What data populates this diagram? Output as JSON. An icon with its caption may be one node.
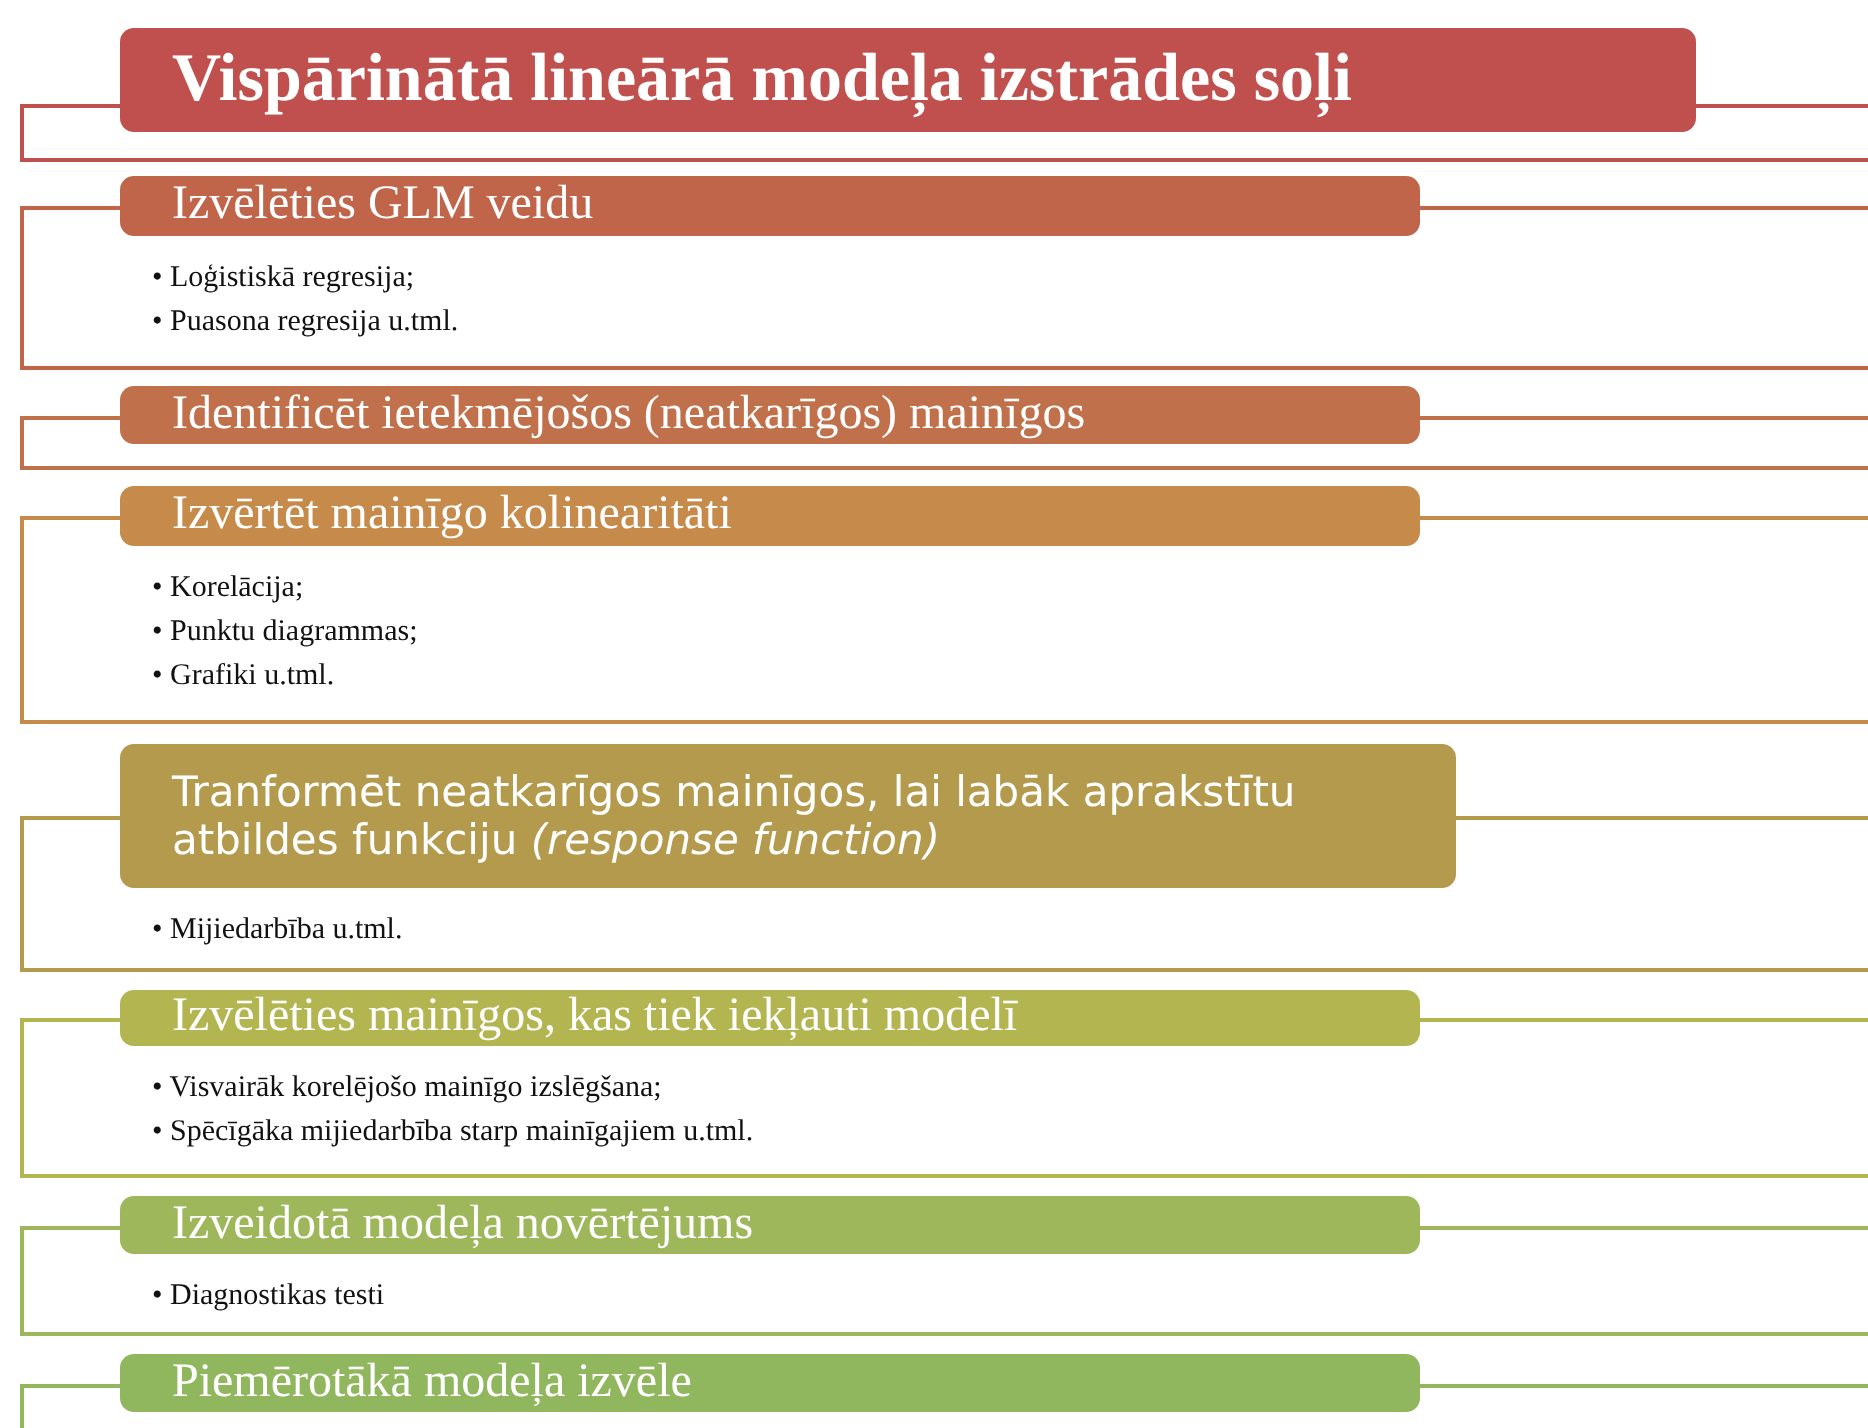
{
  "diagram": {
    "title": "Vispārinātā lineārā modeļa izstrādes soļi",
    "nodes": [
      {
        "text": [
          "Izvēlēties GLM veidu",
          "• Loģistiskā regresija;",
          "• Puasona regresija u.tml."
        ]
      },
      {
        "text": [
          "Identificēt ietekmējošos (neatkarīgos) mainīgos"
        ]
      },
      {
        "text": [
          "Izvērtēt mainīgo kolinearitāti",
          "• Korelācija;",
          "• Punktu diagrammas;",
          "• Grafiki u.tml."
        ]
      },
      {
        "text": [
          "Tranformēt neatkarīgos mainīgos, lai labāk aprakstītu atbildes funkciju *(response function)*",
          "• Mijiedarbība u.tml."
        ]
      },
      {
        "text": [
          "Izvēlēties mainīgos, kas tiek iekļauti modelī",
          "• Visvairāk korelējošo mainīgo izslēgšana;",
          "• Spēcīgāka mijiedarbība starp mainīgajiem u.tml."
        ]
      },
      {
        "text": [
          "Izveidotā modeļa novērtējums",
          "• Diagnostikas testi"
        ]
      },
      {
        "text": [
          "Piemērotākā modeļa izvēle"
        ]
      }
    ]
  }
}
